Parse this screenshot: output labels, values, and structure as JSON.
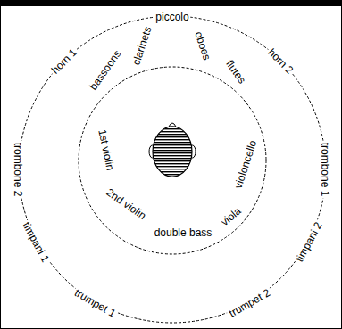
{
  "diagram": {
    "labels": [
      "piccolo",
      "horn 1",
      "horn 2",
      "bassoons",
      "clarinets",
      "oboes",
      "flutes",
      "trombone 2",
      "trombone 1",
      "1st violin",
      "violoncello",
      "timpani 1",
      "timpani 2",
      "2nd violin",
      "double bass",
      "viola",
      "trumpet 1",
      "trumpet 2"
    ]
  }
}
